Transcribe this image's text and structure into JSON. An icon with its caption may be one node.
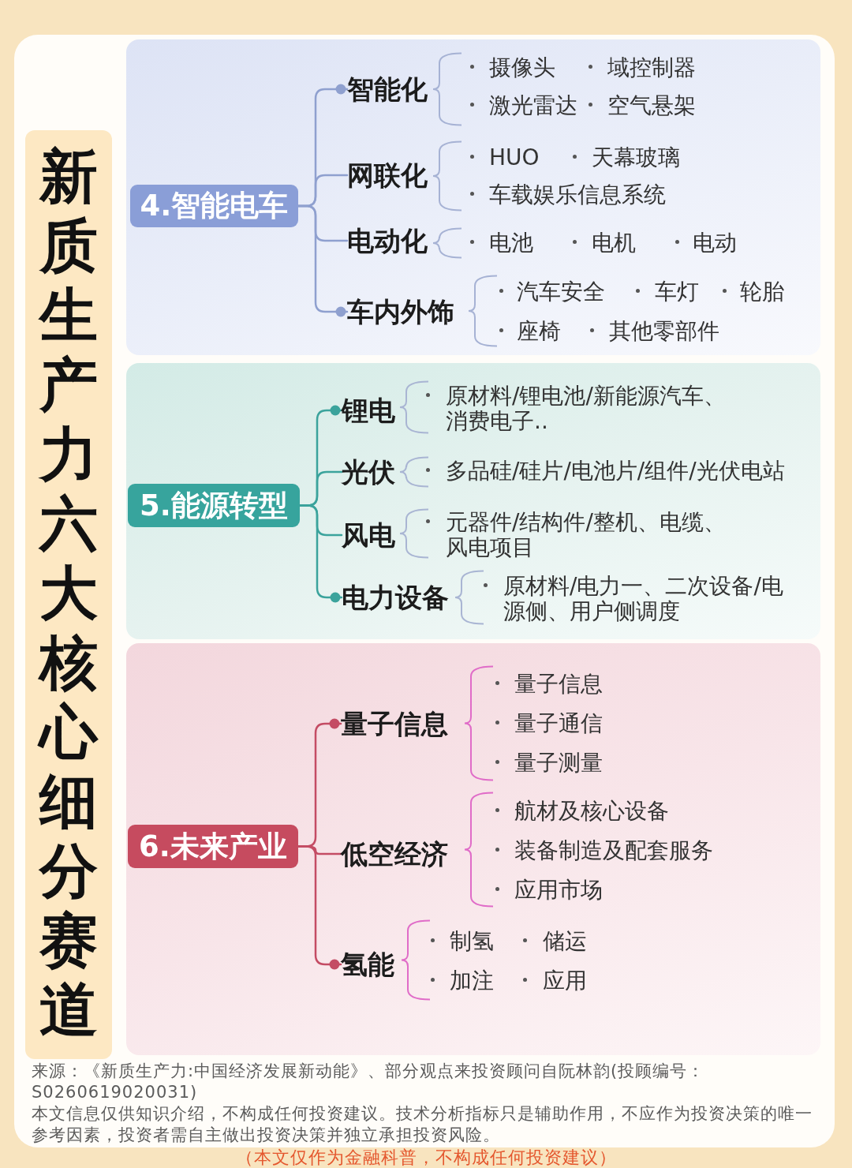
{
  "diagram": {
    "title": "新质生产力六大核心细分赛道",
    "nodes": [
      {
        "text": [],
        "shape": "box"
      },
      {
        "text": [
          "4.智能电车"
        ],
        "in": 0
      },
      {
        "text": [
          "智能化"
        ],
        "in": 0,
        "beside": [
          "摄像头",
          "域控制器",
          "激光雷达",
          "空气悬架"
        ]
      },
      {
        "text": [
          "网联化"
        ],
        "in": 0,
        "beside": [
          "HUO",
          "天幕玻璃",
          "车载娱乐信息系统"
        ]
      },
      {
        "text": [
          "电动化"
        ],
        "in": 0,
        "beside": [
          "电池",
          "电机",
          "电动"
        ]
      },
      {
        "text": [
          "车内外饰"
        ],
        "in": 0,
        "beside": [
          "汽车安全",
          "车灯",
          "轮胎",
          "座椅",
          "其他零部件"
        ]
      },
      {
        "text": [],
        "shape": "box"
      },
      {
        "text": [
          "5.能源转型"
        ],
        "in": 6
      },
      {
        "text": [
          "锂电"
        ],
        "in": 6,
        "beside": [
          "原材料/锂电池/新能源汽车、消费电子.."
        ]
      },
      {
        "text": [
          "光伏"
        ],
        "in": 6,
        "beside": [
          "多品硅/硅片/电池片/组件/光伏电站"
        ]
      },
      {
        "text": [
          "风电"
        ],
        "in": 6,
        "beside": [
          "元器件/结构件/整机、电缆、风电项目"
        ]
      },
      {
        "text": [
          "电力设备"
        ],
        "in": 6,
        "beside": [
          "原材料/电力一、二次设备/电源侧、用户侧调度"
        ]
      },
      {
        "text": [],
        "shape": "box"
      },
      {
        "text": [
          "6.未来产业"
        ],
        "in": 12
      },
      {
        "text": [
          "量子信息"
        ],
        "in": 12,
        "beside": [
          "量子信息",
          "量子通信",
          "量子测量"
        ]
      },
      {
        "text": [
          "低空经济"
        ],
        "in": 12,
        "beside": [
          "航材及核心设备",
          "装备制造及配套服务",
          "应用市场"
        ]
      },
      {
        "text": [
          "氢能"
        ],
        "in": 12,
        "beside": [
          "制氢",
          "储运",
          "加注",
          "应用"
        ]
      }
    ],
    "edges": [
      {
        "from": 1,
        "to": 2,
        "arrow": "other",
        "color": "#8fa0cf"
      },
      {
        "from": 1,
        "to": 3,
        "arrow": "none",
        "color": "#8fa0cf"
      },
      {
        "from": 1,
        "to": 4,
        "arrow": "none",
        "color": "#8fa0cf"
      },
      {
        "from": 1,
        "to": 5,
        "arrow": "other",
        "color": "#8fa0cf"
      },
      {
        "from": 7,
        "to": 8,
        "arrow": "other",
        "color": "#3ba39c"
      },
      {
        "from": 7,
        "to": 9,
        "arrow": "none",
        "color": "#3ba39c"
      },
      {
        "from": 7,
        "to": 10,
        "arrow": "none",
        "color": "#3ba39c"
      },
      {
        "from": 7,
        "to": 11,
        "arrow": "other",
        "color": "#3ba39c"
      },
      {
        "from": 13,
        "to": 14,
        "arrow": "other",
        "color": "#c44c64"
      },
      {
        "from": 13,
        "to": 15,
        "arrow": "none",
        "color": "#c44c64"
      },
      {
        "from": 13,
        "to": 16,
        "arrow": "other",
        "color": "#c44c64"
      }
    ],
    "labels": [
      "来源：《新质生产力:中国经济发展新动能》、部分观点来投资顾问自阮林韵(投顾编号：S0260619020031)",
      "本文信息仅供知识介绍，不构成任何投资建议。技术分析指标只是辅助作用，不应作为投资决策的唯一参考因素，投资者需自主做出投资决策并独立承担投资风险。",
      "（本文仅作为金融科普，不构成任何投资建议）"
    ]
  }
}
